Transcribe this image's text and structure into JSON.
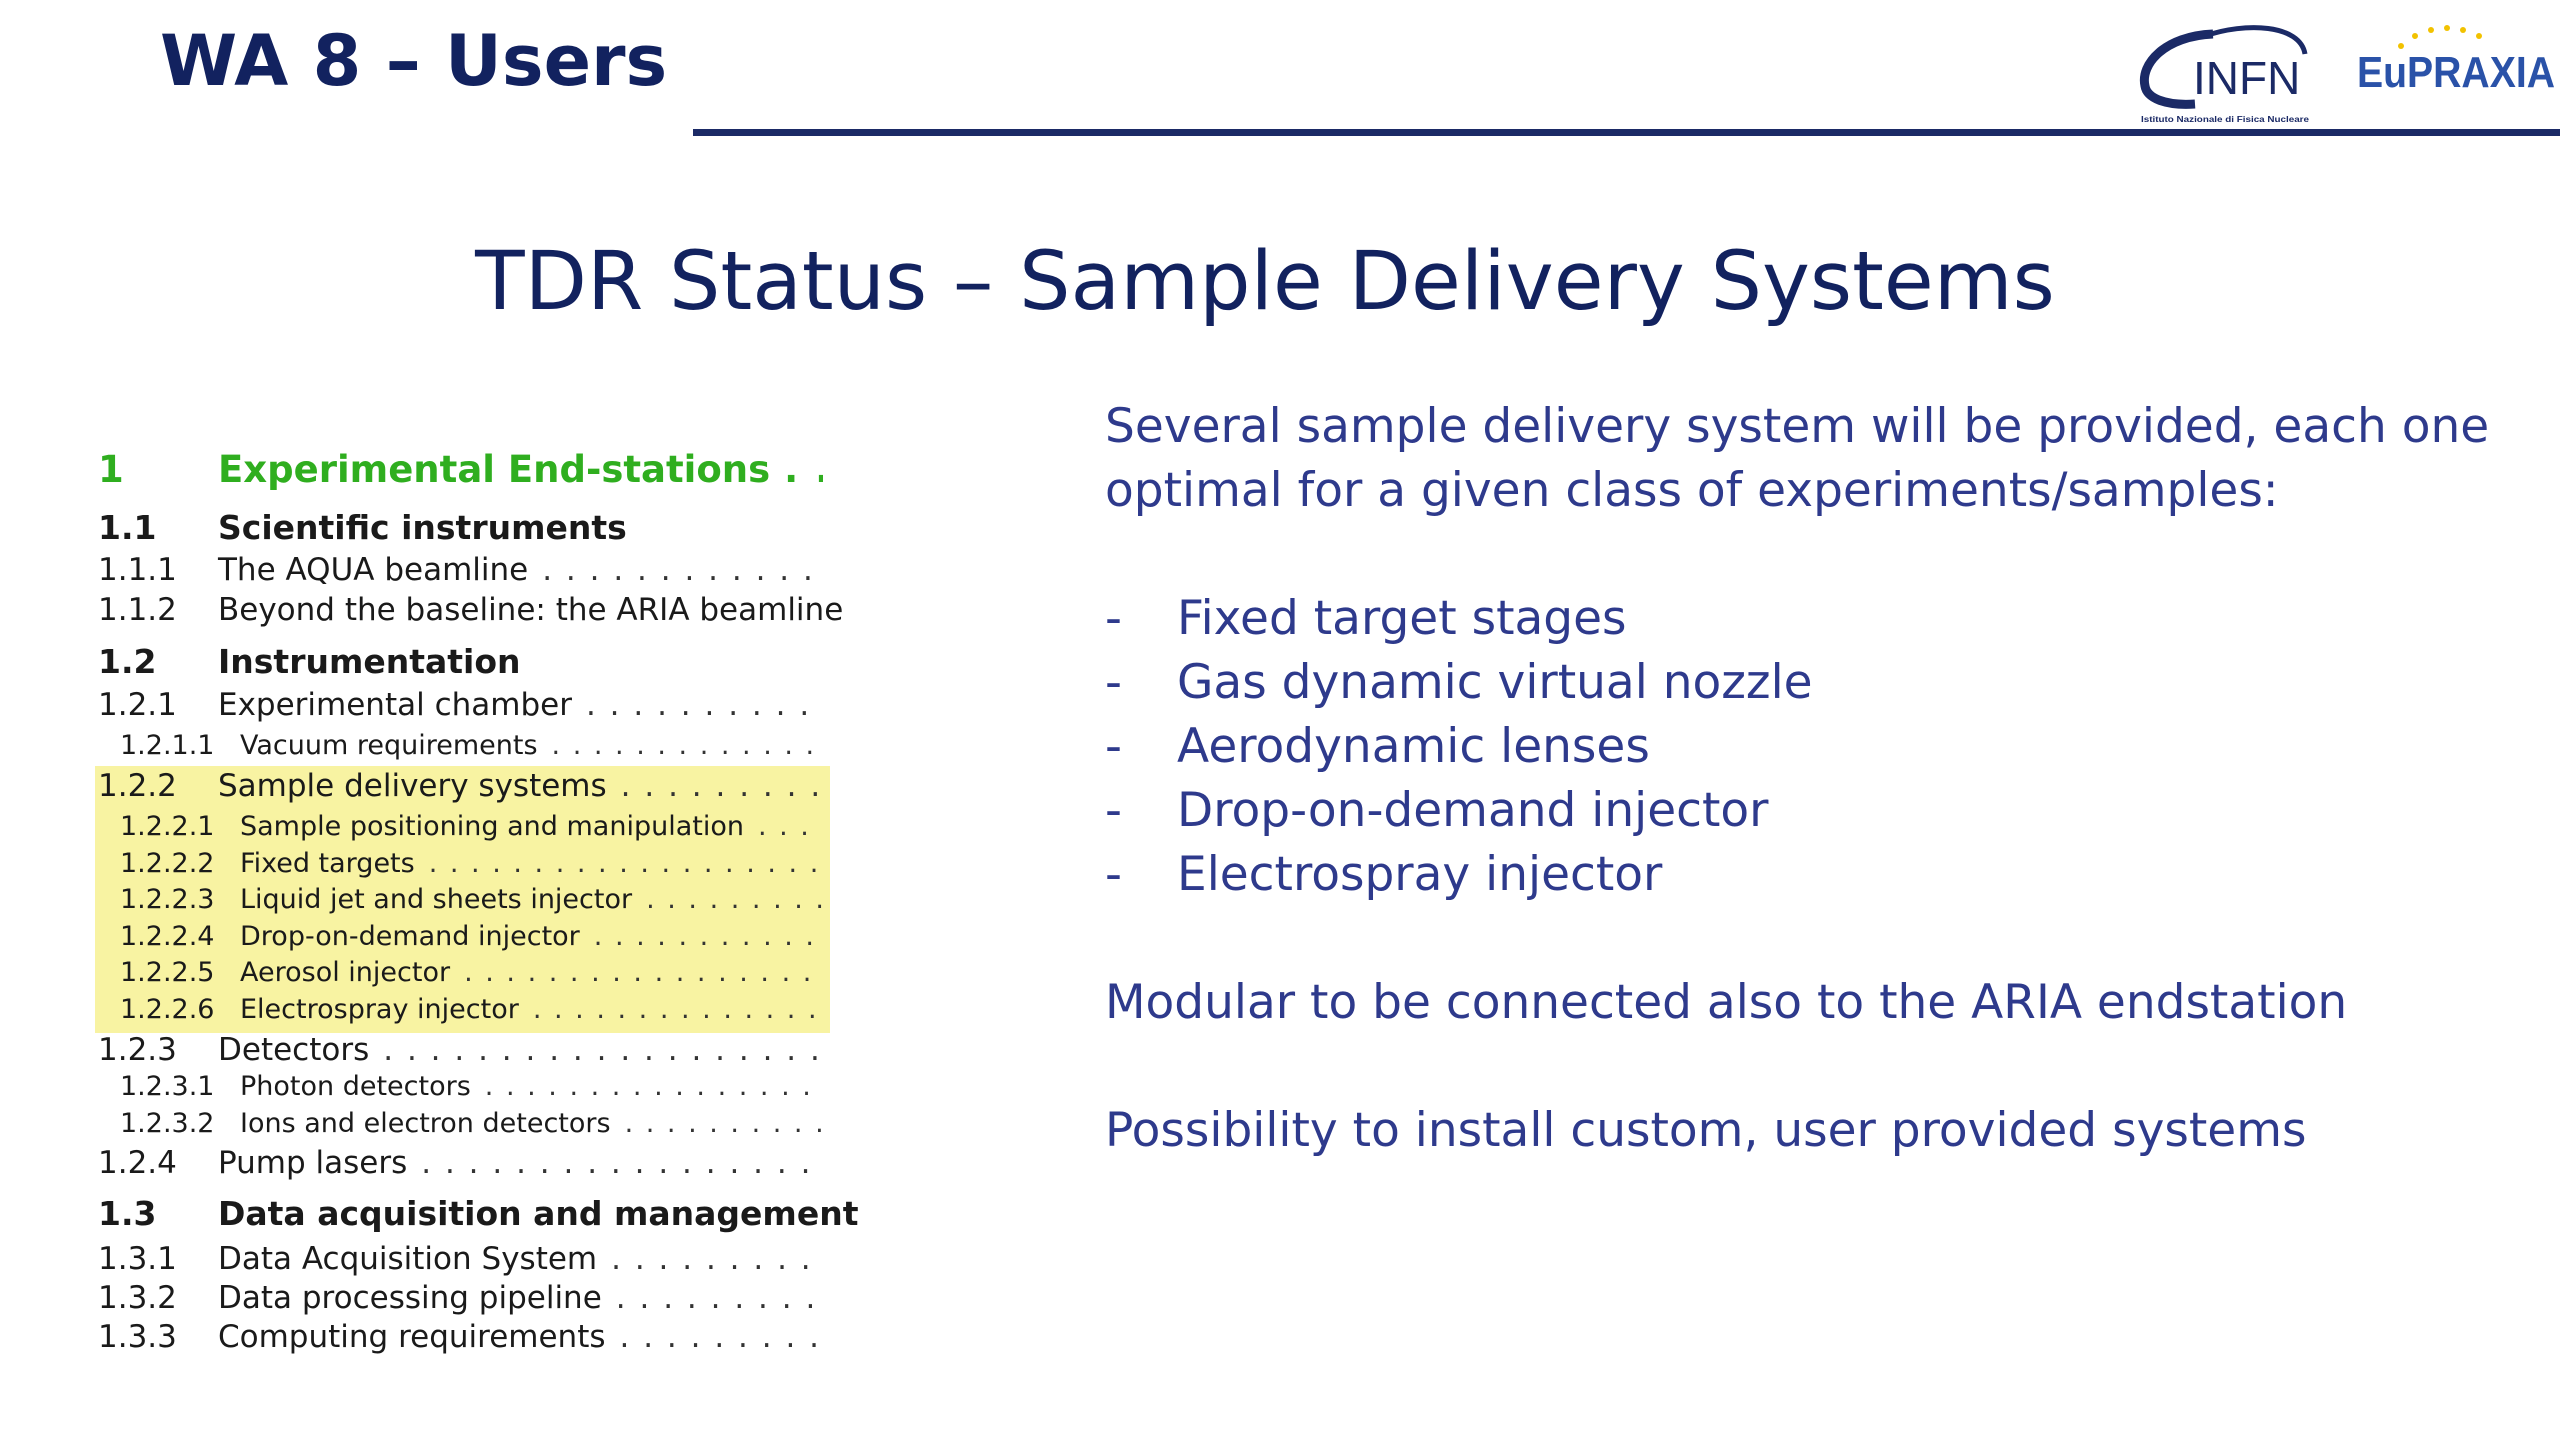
{
  "header": {
    "title": "WA 8 – Users"
  },
  "logos": {
    "infn": "INFN",
    "infn_subtitle": "Istituto Nazionale di Fisica Nucleare",
    "eupraxia": "EuPRAXIA"
  },
  "slide_title": "TDR Status – Sample Delivery Systems",
  "toc": [
    {
      "num": "1",
      "text": "Experimental End-stations",
      "level": 0
    },
    {
      "num": "1.1",
      "text": "Scientific instruments",
      "level": 1
    },
    {
      "num": "1.1.1",
      "text": "The AQUA beamline",
      "level": 2
    },
    {
      "num": "1.1.2",
      "text": "Beyond the baseline: the ARIA beamline",
      "level": 2
    },
    {
      "num": "1.2",
      "text": "Instrumentation",
      "level": 1
    },
    {
      "num": "1.2.1",
      "text": "Experimental chamber",
      "level": 2
    },
    {
      "num": "1.2.1.1",
      "text": "Vacuum requirements",
      "level": 3
    },
    {
      "num": "1.2.2",
      "text": "Sample delivery systems",
      "level": 2
    },
    {
      "num": "1.2.2.1",
      "text": "Sample positioning and manipulation",
      "level": 3
    },
    {
      "num": "1.2.2.2",
      "text": "Fixed targets",
      "level": 3
    },
    {
      "num": "1.2.2.3",
      "text": "Liquid jet and sheets injector",
      "level": 3
    },
    {
      "num": "1.2.2.4",
      "text": "Drop-on-demand injector",
      "level": 3
    },
    {
      "num": "1.2.2.5",
      "text": "Aerosol injector",
      "level": 3
    },
    {
      "num": "1.2.2.6",
      "text": "Electrospray injector",
      "level": 3
    },
    {
      "num": "1.2.3",
      "text": "Detectors",
      "level": 2
    },
    {
      "num": "1.2.3.1",
      "text": "Photon detectors",
      "level": 3
    },
    {
      "num": "1.2.3.2",
      "text": "Ions and electron detectors",
      "level": 3
    },
    {
      "num": "1.2.4",
      "text": "Pump lasers",
      "level": 2
    },
    {
      "num": "1.3",
      "text": "Data acquisition and management",
      "level": 1
    },
    {
      "num": "1.3.1",
      "text": "Data Acquisition System",
      "level": 2
    },
    {
      "num": "1.3.2",
      "text": "Data processing pipeline",
      "level": 2
    },
    {
      "num": "1.3.3",
      "text": "Computing requirements",
      "level": 2
    }
  ],
  "content": {
    "intro": "Several sample delivery system will be provided, each one optimal for a given class of experiments/samples:",
    "bullets": [
      "Fixed target stages",
      "Gas dynamic virtual nozzle",
      "Aerodynamic lenses",
      "Drop-on-demand injector",
      "Electrospray injector"
    ],
    "modular": "Modular to be connected also to the ARIA endstation",
    "custom": "Possibility to install custom, user provided systems"
  }
}
